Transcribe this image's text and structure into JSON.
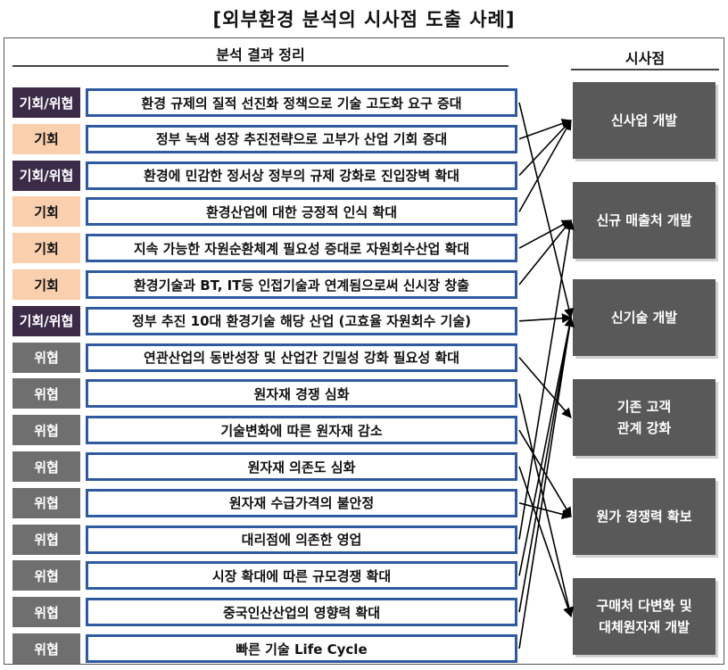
{
  "title": "[외부환경 분석의 시사점 도출 사례]",
  "left_header": "분석 결과 정리",
  "right_header": "시사점",
  "rows": [
    {
      "tag": "기회/위협",
      "type": "ot",
      "text": "환경 규제의 질적 선진화 정책으로 기술 고도화 요구 증대"
    },
    {
      "tag": "기회",
      "type": "o",
      "text": "정부 녹색 성장 추진전략으로 고부가 산업 기회 증대"
    },
    {
      "tag": "기회/위협",
      "type": "ot",
      "text": "환경에 민감한 정서상 정부의 규제 강화로 진입장벽 확대"
    },
    {
      "tag": "기회",
      "type": "o",
      "text": "환경산업에 대한 긍정적 인식 확대"
    },
    {
      "tag": "기회",
      "type": "o",
      "text": "지속 가능한 자원순환체계 필요성 증대로 자원회수산업 확대"
    },
    {
      "tag": "기회",
      "type": "o",
      "text": "환경기술과 BT, IT등 인접기술과 연계됨으로써 신시장 창출"
    },
    {
      "tag": "기회/위협",
      "type": "ot",
      "text": "정부 추진 10대 환경기술 해당 산업 (고효율 자원회수 기술)"
    },
    {
      "tag": "위협",
      "type": "t",
      "text": "연관산업의 동반성장 및 산업간 긴밀성 강화 필요성 확대"
    },
    {
      "tag": "위협",
      "type": "t",
      "text": "원자재 경쟁 심화"
    },
    {
      "tag": "위협",
      "type": "t",
      "text": "기술변화에 따른 원자재 감소"
    },
    {
      "tag": "위협",
      "type": "t",
      "text": "원자재 의존도 심화"
    },
    {
      "tag": "위협",
      "type": "t",
      "text": "원자재 수급가격의 불안정"
    },
    {
      "tag": "위협",
      "type": "t",
      "text": "대리점에 의존한 영업"
    },
    {
      "tag": "위협",
      "type": "t",
      "text": "시장 확대에 따른 규모경쟁 확대"
    },
    {
      "tag": "위협",
      "type": "t",
      "text": "중국인산산업의 영향력 확대"
    },
    {
      "tag": "위협",
      "type": "t",
      "text": "빠른 기술 Life Cycle"
    }
  ],
  "implications": [
    {
      "text": "신사업 개발"
    },
    {
      "text": "신규 매출처 개발"
    },
    {
      "text": "신기술 개발"
    },
    {
      "text": "기존 고객\n관계 강화"
    },
    {
      "text": "원가 경쟁력 확보"
    },
    {
      "text": "구매처 다변화 및\n대체원자재 개발"
    }
  ],
  "links": [
    [
      0,
      2
    ],
    [
      1,
      0
    ],
    [
      2,
      0
    ],
    [
      3,
      0
    ],
    [
      4,
      1
    ],
    [
      5,
      1
    ],
    [
      6,
      2
    ],
    [
      7,
      3
    ],
    [
      8,
      5
    ],
    [
      9,
      4
    ],
    [
      10,
      5
    ],
    [
      11,
      4
    ],
    [
      12,
      1
    ],
    [
      13,
      2
    ],
    [
      14,
      2
    ],
    [
      15,
      2
    ]
  ],
  "colors": {
    "tag_opportunity_threat": "#3b2a48",
    "tag_opportunity": "#f9cfae",
    "tag_threat": "#6f6f6f",
    "item_border": "#2f5aa0",
    "implication_box": "#595959",
    "arrow": "#000000"
  }
}
